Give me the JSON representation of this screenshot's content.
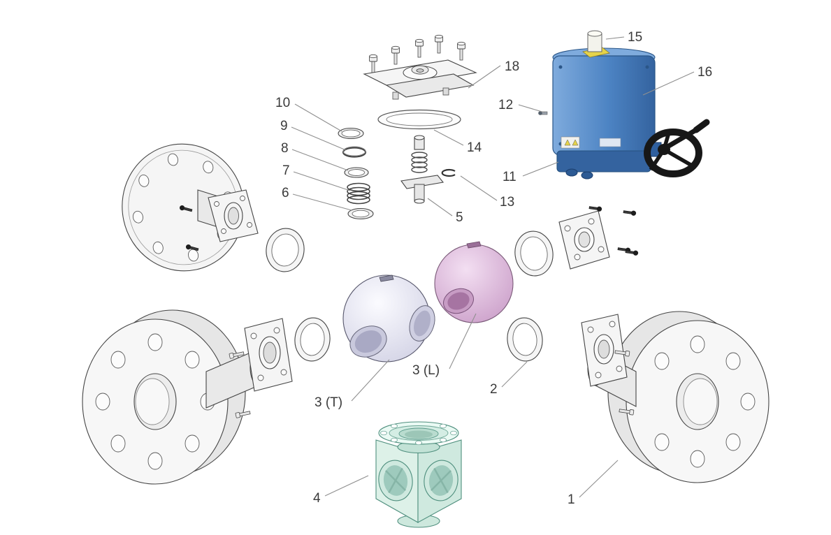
{
  "figure": {
    "background": "#ffffff"
  },
  "colors": {
    "outline": "#454545",
    "leader_line": "#8f8f8f",
    "label_text": "#3a3a3a",
    "metal_light": "#f5f5f5",
    "metal_mid": "#e9e9e9",
    "actuator_blue_light": "#7fabdd",
    "actuator_blue": "#4c83c3",
    "actuator_blue_dark": "#34639f",
    "handwheel_black": "#171717",
    "indicator_yellow": "#e6d34a",
    "ball_t_light": "#fbfbff",
    "ball_t_dark": "#d4d4e6",
    "ball_l_light": "#f3dff2",
    "ball_l_dark": "#cda2cb",
    "body_teal_light": "#ddf1e8",
    "body_teal_mid": "#cfe9df",
    "body_teal_bore": "#9ecabd",
    "body_teal_stroke": "#4f8f7e"
  },
  "callouts": [
    {
      "text": "18"
    },
    {
      "text": "14"
    },
    {
      "text": "15"
    },
    {
      "text": "16"
    },
    {
      "text": "12"
    },
    {
      "text": "11"
    },
    {
      "text": "13"
    },
    {
      "text": "5"
    },
    {
      "text": "10"
    },
    {
      "text": "9"
    },
    {
      "text": "8"
    },
    {
      "text": "7"
    },
    {
      "text": "6"
    },
    {
      "text": "3 (T)"
    },
    {
      "text": "3 (L)"
    },
    {
      "text": "2"
    },
    {
      "text": "4"
    },
    {
      "text": "1"
    }
  ]
}
